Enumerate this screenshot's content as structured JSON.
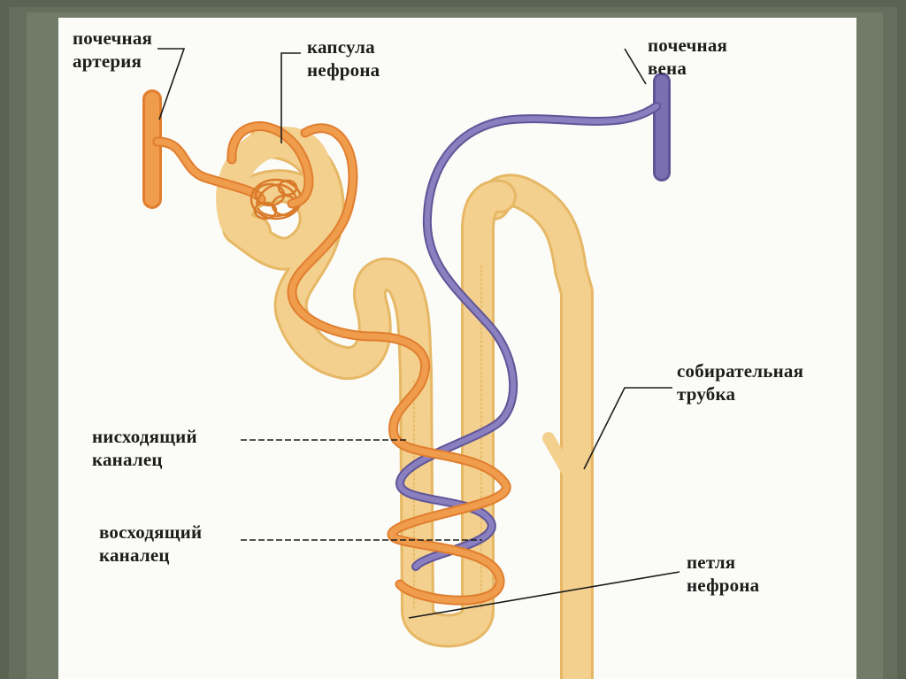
{
  "labels": {
    "renal_artery": {
      "line1": "почечная",
      "line2": "артерия"
    },
    "nephron_capsule": {
      "line1": "капсула",
      "line2": "нефрона"
    },
    "renal_vein": {
      "line1": "почечная",
      "line2": "вена"
    },
    "collecting_duct": {
      "line1": "собирательная",
      "line2": "трубка"
    },
    "descending_tubule": {
      "line1": "нисходящий",
      "line2": "каналец"
    },
    "ascending_tubule": {
      "line1": "восходящий",
      "line2": "каналец"
    },
    "nephron_loop": {
      "line1": "петля",
      "line2": "нефрона"
    }
  },
  "colors": {
    "frame": "#5b6453",
    "paper": "#fbfbf8",
    "tubule": "#f3d08e",
    "tubule_edge": "#e6b866",
    "artery": "#ef9c4d",
    "vein": "#7a6fb0",
    "label": "#1c1c1c"
  }
}
